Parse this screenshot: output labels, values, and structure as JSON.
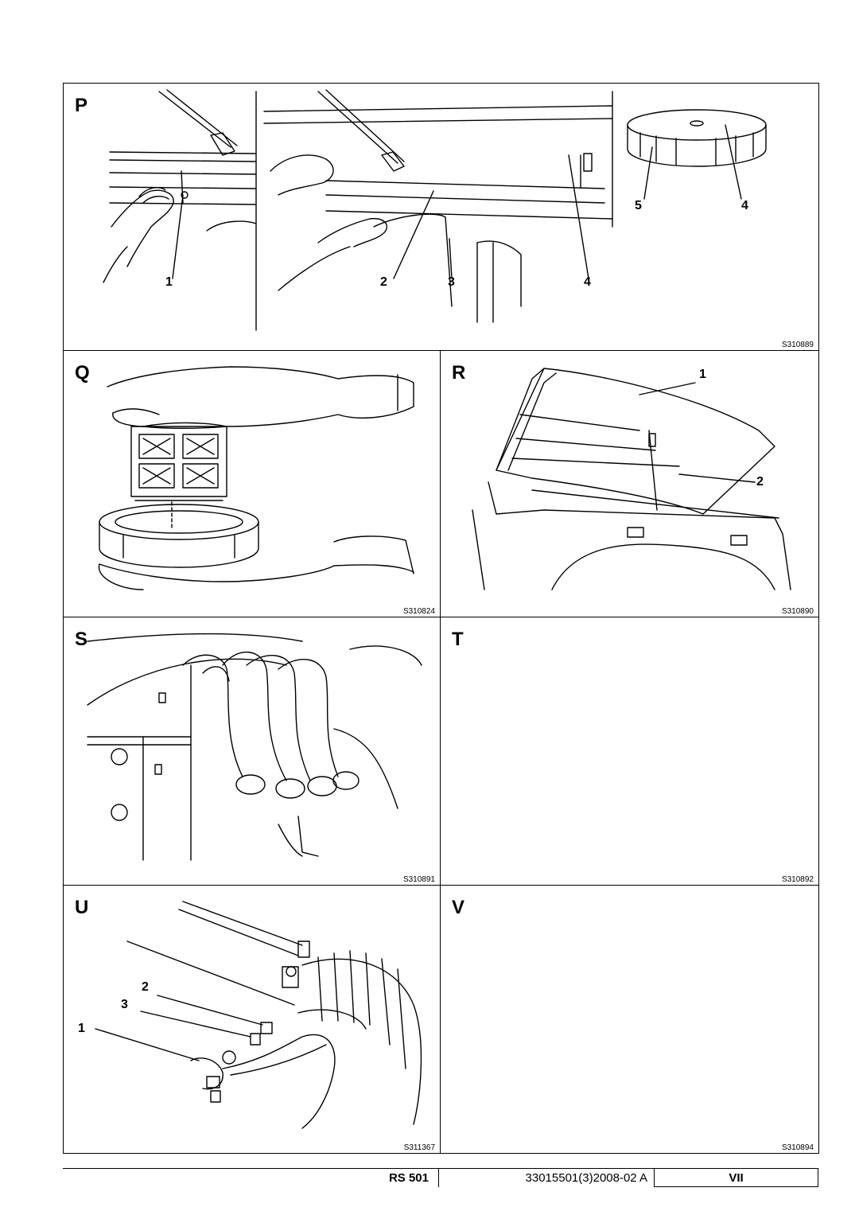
{
  "panels": {
    "P": {
      "letter": "P",
      "code": "S310889",
      "callouts": [
        "1",
        "2",
        "3",
        "4",
        "5",
        "4"
      ]
    },
    "Q": {
      "letter": "Q",
      "code": "S310824"
    },
    "R": {
      "letter": "R",
      "code": "S310890",
      "callouts": [
        "1",
        "2"
      ]
    },
    "S": {
      "letter": "S",
      "code": "S310891"
    },
    "T": {
      "letter": "T",
      "code": "S310892"
    },
    "U": {
      "letter": "U",
      "code": "S311367",
      "callouts": [
        "2",
        "3",
        "1"
      ]
    },
    "V": {
      "letter": "V",
      "code": "S310894"
    }
  },
  "footer": {
    "model": "RS 501",
    "doc_number": "33015501(3)2008-02 A",
    "page": "VII"
  }
}
